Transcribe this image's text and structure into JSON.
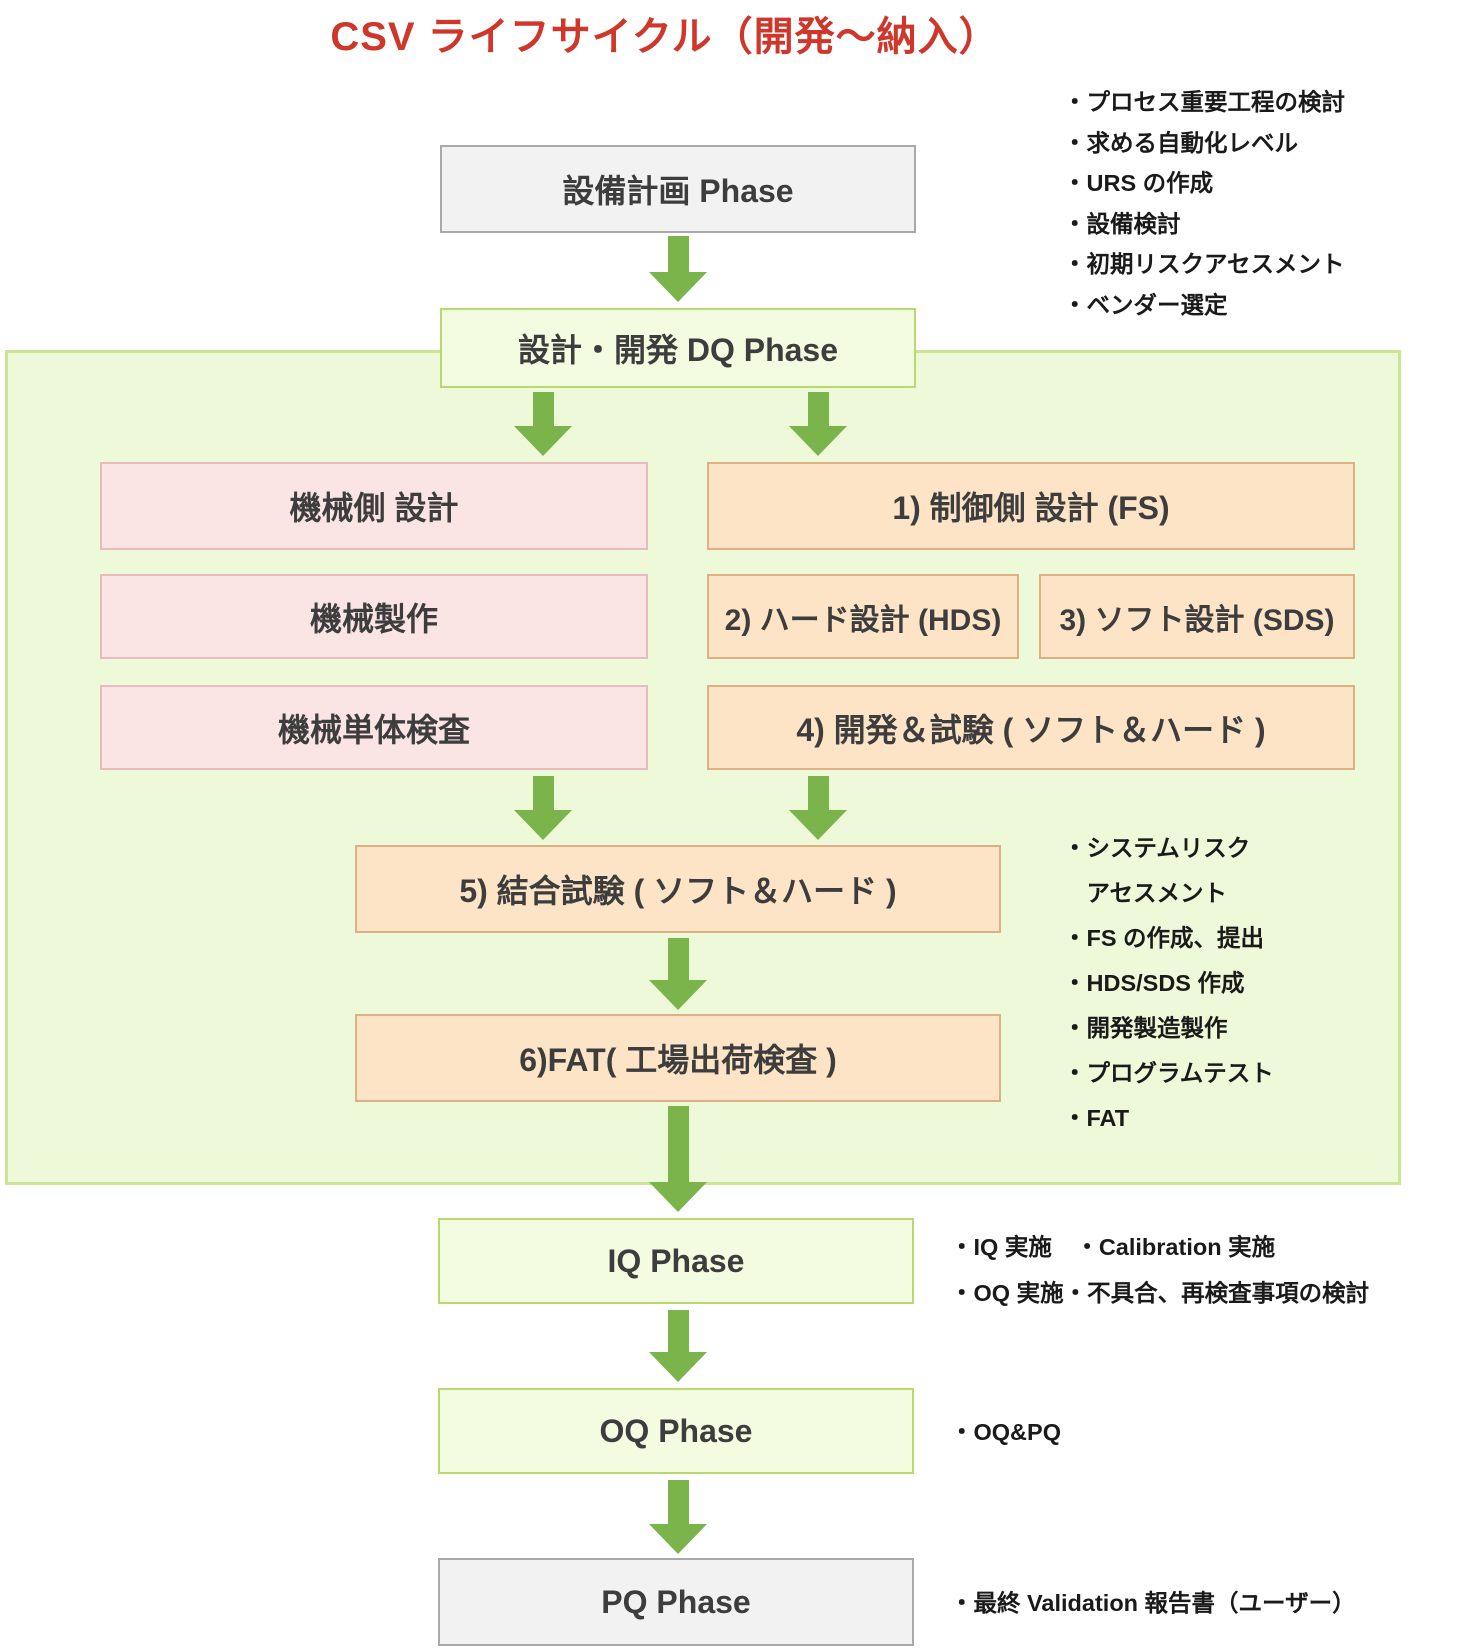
{
  "title": "CSV ライフサイクル（開発～納入）",
  "phases": {
    "keikaku": "設備計画 Phase",
    "dq": "設計・開発 DQ Phase",
    "iq": "IQ Phase",
    "oq": "OQ Phase",
    "pq": "PQ Phase"
  },
  "mechanical_boxes": [
    "機械側 設計",
    "機械製作",
    "機械単体検査"
  ],
  "control_boxes": {
    "fs": "1) 制御側 設計 (FS)",
    "hds": "2) ハード設計 (HDS)",
    "sds": "3) ソフト設計 (SDS)",
    "dev_test": "4) 開発＆試験 ( ソフト＆ハード )",
    "integration_test": "5) 結合試験 ( ソフト＆ハード )",
    "fat": "6)FAT( 工場出荷検査 )"
  },
  "planning_notes": [
    "・プロセス重要工程の検討",
    "・求める自動化レベル",
    "・URS の作成",
    "・設備検討",
    "・初期リスクアセスメント",
    "・ベンダー選定"
  ],
  "dq_notes": [
    "・システムリスク",
    "　アセスメント",
    "・FS の作成、提出",
    "・HDS/SDS 作成",
    "・開発製造製作",
    "・プログラムテスト",
    "・FAT"
  ],
  "iq_notes": [
    "・IQ 実施　・Calibration 実施",
    "・OQ 実施・不具合、再検査事項の検討"
  ],
  "oq_note": "・OQ&PQ",
  "pq_note": "・最終 Validation 報告書（ユーザー）",
  "colors": {
    "title_red": "#cf372b",
    "arrow_green": "#7ab44a",
    "container_fill": "#edf9d8",
    "container_border": "#c9e596",
    "green_box_fill": "#f3fbe0",
    "green_box_border": "#b8d96e",
    "gray_box_fill": "#f2f2f2",
    "gray_box_border": "#a9a9a9",
    "pink_box_fill": "#fbe4e4",
    "pink_box_border": "#e8bcbc",
    "orange_box_fill": "#fde4c6",
    "orange_box_border": "#ddb183",
    "box_text": "#3d3d3d",
    "note_text": "#1a1a1a"
  }
}
